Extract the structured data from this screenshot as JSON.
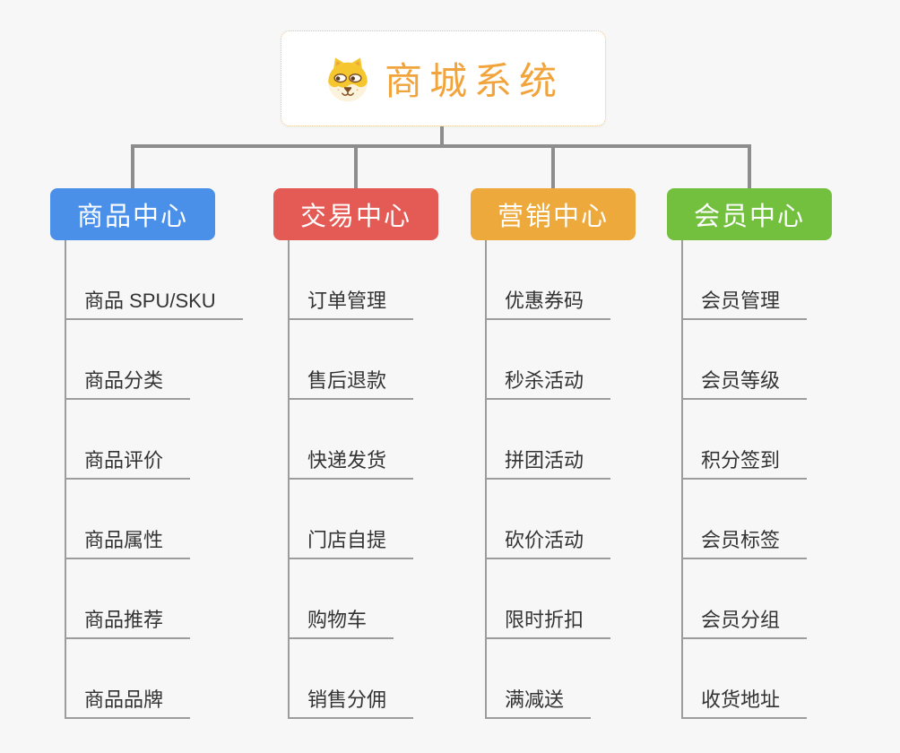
{
  "root": {
    "title": "商城系统",
    "icon": "dog-face-icon",
    "title_color": "#F2A43C",
    "border_color": "#F0C27E",
    "background": "#FFFFFF"
  },
  "branches": [
    {
      "label": "商品中心",
      "color": "#4A90E8",
      "children": [
        "商品 SPU/SKU",
        "商品分类",
        "商品评价",
        "商品属性",
        "商品推荐",
        "商品品牌"
      ]
    },
    {
      "label": "交易中心",
      "color": "#E45A55",
      "children": [
        "订单管理",
        "售后退款",
        "快递发货",
        "门店自提",
        "购物车",
        "销售分佣"
      ]
    },
    {
      "label": "营销中心",
      "color": "#EDA93B",
      "children": [
        "优惠券码",
        "秒杀活动",
        "拼团活动",
        "砍价活动",
        "限时折扣",
        "满减送"
      ]
    },
    {
      "label": "会员中心",
      "color": "#72C03E",
      "children": [
        "会员管理",
        "会员等级",
        "积分签到",
        "会员标签",
        "会员分组",
        "收货地址"
      ]
    }
  ],
  "theme": {
    "canvas_background": "#F7F7F7",
    "connector_color": "#8D8D8D",
    "leaf_line_color": "#9C9C9C",
    "leaf_text_color": "#333333"
  }
}
